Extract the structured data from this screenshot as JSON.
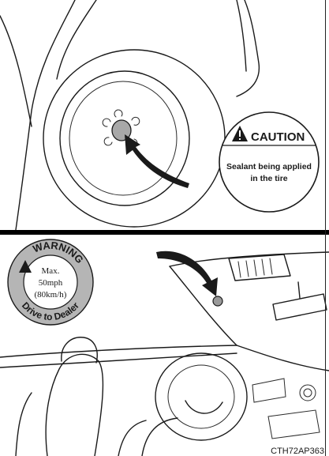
{
  "caution_sign": {
    "header": "CAUTION",
    "line1": "Sealant being applied",
    "line2": "in the tire"
  },
  "warning_sign": {
    "header": "WARNING",
    "line1": "Max.",
    "line2": "50mph",
    "line3": "(80km/h)",
    "footer": "Drive to Dealer"
  },
  "figure_code": "CTH72AP363",
  "colors": {
    "line": "#1a1a1a",
    "fill_gray": "#a8a8a8",
    "hub_dot": "#9a9a9a"
  }
}
